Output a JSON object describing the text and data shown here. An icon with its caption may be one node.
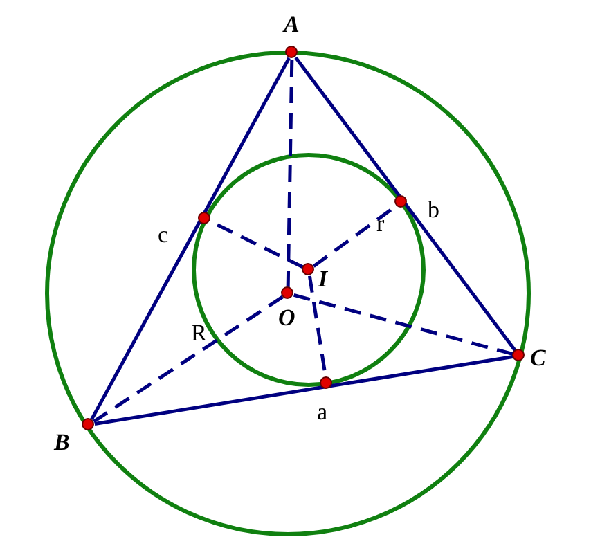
{
  "diagram": {
    "nodes": [
      {
        "text": [
          "A"
        ]
      },
      {
        "text": [
          "B"
        ]
      },
      {
        "text": [
          "C"
        ]
      },
      {
        "text": [
          "O"
        ]
      },
      {
        "text": [
          "I"
        ]
      },
      {
        "text": [
          "c"
        ]
      },
      {
        "text": [
          "b"
        ]
      },
      {
        "text": [
          "a"
        ]
      }
    ],
    "edges": [
      {
        "from": 0,
        "to": 1,
        "arrow": "none"
      },
      {
        "from": 1,
        "to": 2,
        "arrow": "none"
      },
      {
        "from": 2,
        "to": 0,
        "arrow": "none"
      },
      {
        "from": 3,
        "to": 0,
        "arrow": "none",
        "style": "dashed"
      },
      {
        "from": 3,
        "to": 1,
        "arrow": "none",
        "style": "dashed"
      },
      {
        "from": 3,
        "to": 2,
        "arrow": "none",
        "style": "dashed"
      },
      {
        "from": 4,
        "to": 5,
        "arrow": "none",
        "style": "dashed"
      },
      {
        "from": 4,
        "to": 6,
        "arrow": "none",
        "style": "dashed"
      },
      {
        "from": 4,
        "to": 7,
        "arrow": "none",
        "style": "dashed"
      }
    ],
    "labels": [
      "r",
      "R"
    ]
  }
}
